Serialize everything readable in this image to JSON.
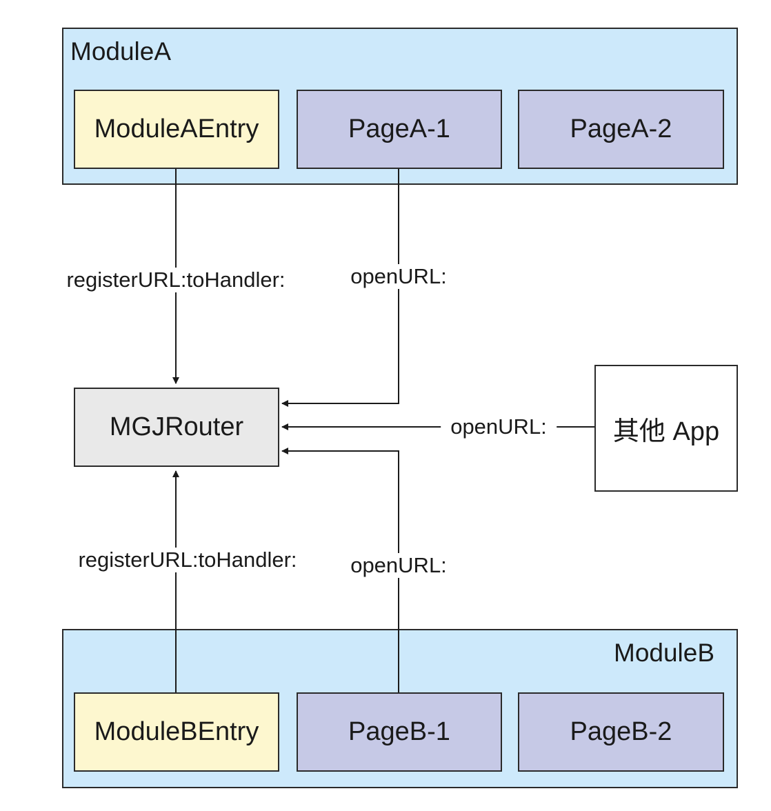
{
  "colors": {
    "module_fill": "#cde9fb",
    "entry_fill": "#fdf7cf",
    "page_fill": "#c6c9e6",
    "router_fill": "#e9e9e9",
    "external_fill": "#ffffff",
    "stroke": "#2a2a2a"
  },
  "module_a": {
    "title": "ModuleA",
    "entry": "ModuleAEntry",
    "pages": [
      "PageA-1",
      "PageA-2"
    ]
  },
  "module_b": {
    "title": "ModuleB",
    "entry": "ModuleBEntry",
    "pages": [
      "PageB-1",
      "PageB-2"
    ]
  },
  "router": {
    "label": "MGJRouter"
  },
  "external_app": {
    "label": "其他 App"
  },
  "edges": {
    "module_a_register": "registerURL:toHandler:",
    "module_a_open": "openURL:",
    "external_open": "openURL:",
    "module_b_register": "registerURL:toHandler:",
    "module_b_open": "openURL:"
  }
}
